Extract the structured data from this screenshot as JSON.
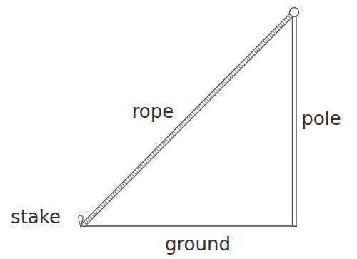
{
  "diagram": {
    "labels": [
      "rope",
      "pole",
      "stake",
      "ground"
    ]
  }
}
